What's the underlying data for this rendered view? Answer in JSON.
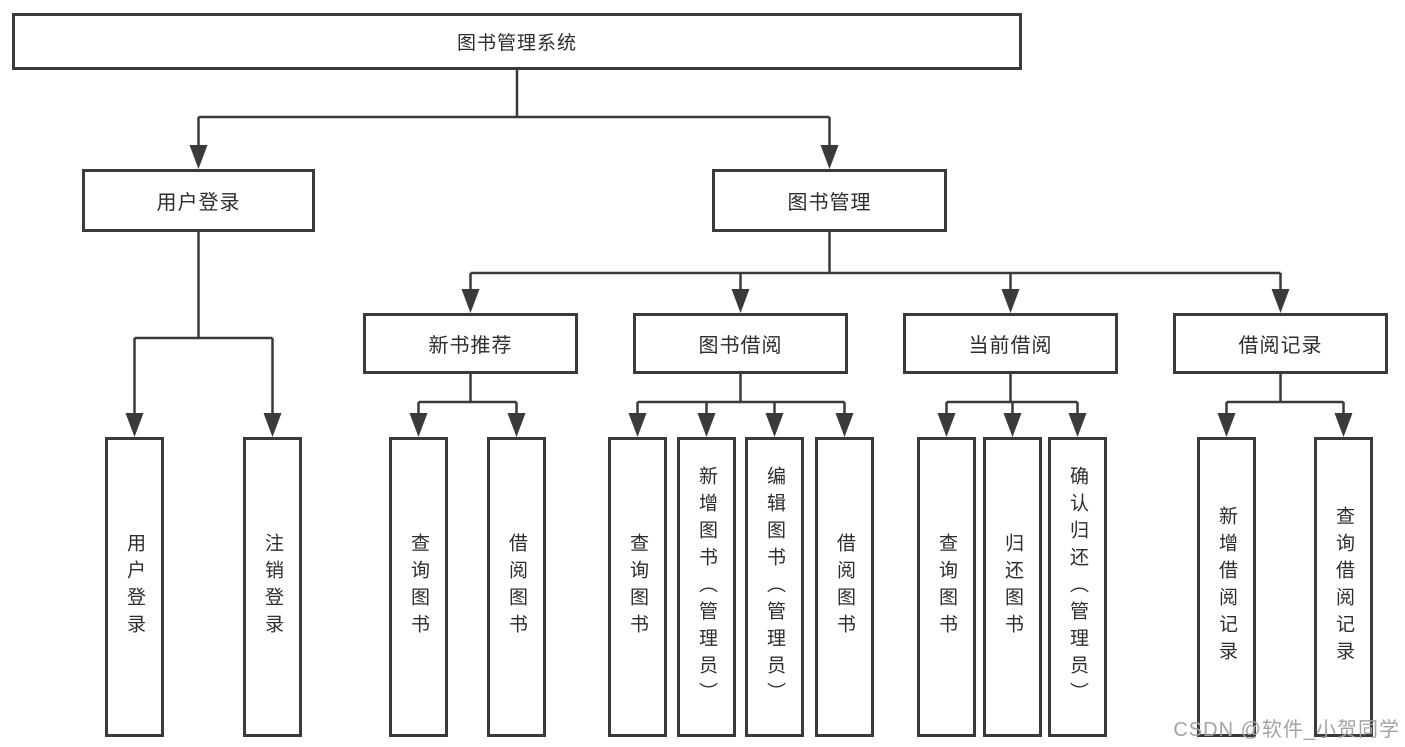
{
  "tree": {
    "root": {
      "label": "图书管理系统",
      "children": [
        {
          "label": "用户登录",
          "children": [
            {
              "label": "用户登录"
            },
            {
              "label": "注销登录"
            }
          ]
        },
        {
          "label": "图书管理",
          "children": [
            {
              "label": "新书推荐",
              "children": [
                {
                  "label": "查询图书"
                },
                {
                  "label": "借阅图书"
                }
              ]
            },
            {
              "label": "图书借阅",
              "children": [
                {
                  "label": "查询图书"
                },
                {
                  "label": "新增图书（管理员）"
                },
                {
                  "label": "编辑图书（管理员）"
                },
                {
                  "label": "借阅图书"
                }
              ]
            },
            {
              "label": "当前借阅",
              "children": [
                {
                  "label": "查询图书"
                },
                {
                  "label": "归还图书"
                },
                {
                  "label": "确认归还（管理员）"
                }
              ]
            },
            {
              "label": "借阅记录",
              "children": [
                {
                  "label": "新增借阅记录"
                },
                {
                  "label": "查询借阅记录"
                }
              ]
            }
          ]
        }
      ]
    }
  },
  "watermark": {
    "text": "CSDN @软件_小贺同学"
  },
  "colors": {
    "line": "#3a3a3a",
    "border": "#3a3a3a",
    "box_fill": "#ffffff",
    "text": "#2d2d2d",
    "watermark": "#a3a3a3",
    "background": "#ffffff"
  }
}
